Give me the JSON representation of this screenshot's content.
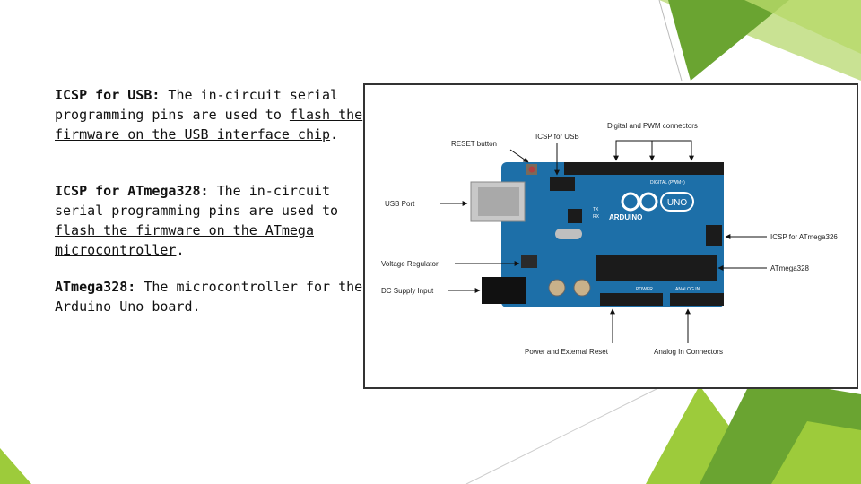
{
  "paragraphs": [
    {
      "term": "ICSP for USB:",
      "lead": " The in-circuit serial programming pins are used to ",
      "link": "flash the firmware on the USB interface chip",
      "tail": "."
    },
    {
      "term": "ICSP for ATmega328:",
      "lead": " The in-circuit serial programming pins are used to ",
      "link": "flash the firmware on the ATmega microcontroller",
      "tail": "."
    },
    {
      "term": "ATmega328:",
      "lead": " The microcontroller for the Arduino Uno board.",
      "link": "",
      "tail": ""
    }
  ],
  "figure": {
    "callouts": {
      "digital_pwm": "Digital and PWM connectors",
      "reset_button": "RESET button",
      "icsp_usb": "ICSP for USB",
      "usb_port": "USB Port",
      "icsp_atmega": "ICSP for ATmega326",
      "voltage_regulator": "Voltage Regulator",
      "atmega": "ATmega328",
      "dc_supply": "DC Supply Input",
      "power_reset": "Power and External Reset",
      "analog_in": "Analog In Connectors"
    },
    "board_text": {
      "digital": "DIGITAL (PWM~)",
      "brand": "ARDUINO",
      "model": "UNO",
      "power": "POWER",
      "analog": "ANALOG IN",
      "tx": "TX",
      "rx": "RX"
    }
  },
  "colors": {
    "green_dark": "#6aa431",
    "green_light": "#9dcb3b",
    "board_blue": "#1d6fa8",
    "chip_black": "#1b1b1b"
  }
}
